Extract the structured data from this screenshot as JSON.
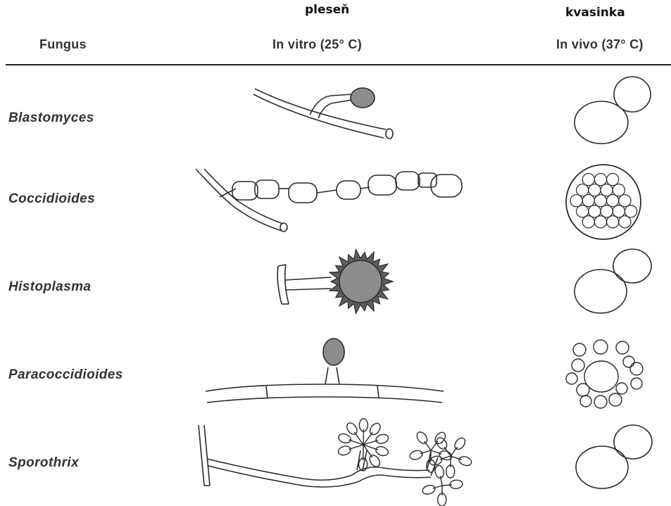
{
  "header": {
    "mold_label": "pleseň",
    "yeast_label": "kvasinka",
    "col_fungus": "Fungus",
    "col_in_vitro": "In vitro (25° C)",
    "col_in_vivo": "In vivo (37° C)"
  },
  "rows": [
    {
      "name": "Blastomyces"
    },
    {
      "name": "Coccidioides"
    },
    {
      "name": "Histoplasma"
    },
    {
      "name": "Paracoccidioides"
    },
    {
      "name": "Sporothrix"
    }
  ],
  "colors": {
    "ink": "#2a2a2a",
    "spore_fill": "#8c8c8c",
    "background": "#ffffff"
  }
}
